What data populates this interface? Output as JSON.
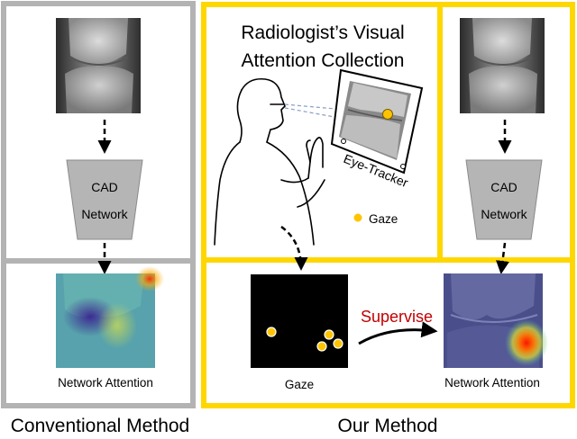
{
  "conventional": {
    "cad_line1": "CAD",
    "cad_line2": "Network",
    "attention_caption": "Network Attention",
    "method_label": "Conventional Method"
  },
  "ours": {
    "collection_title_line1": "Radiologist’s Visual",
    "collection_title_line2": "Attention Collection",
    "eye_tracker_label": "Eye-Tracker",
    "gaze_legend": "Gaze",
    "cad_line1": "CAD",
    "cad_line2": "Network",
    "gaze_caption": "Gaze",
    "supervise_label": "Supervise",
    "attention_caption": "Network Attention",
    "method_label": "Our Method"
  },
  "colors": {
    "conventional_border": "#b3b3b3",
    "ours_border": "#ffd700",
    "gaze_dot": "#ffc400",
    "supervise_text": "#c00000",
    "cad_fill": "#b5b5b5"
  }
}
